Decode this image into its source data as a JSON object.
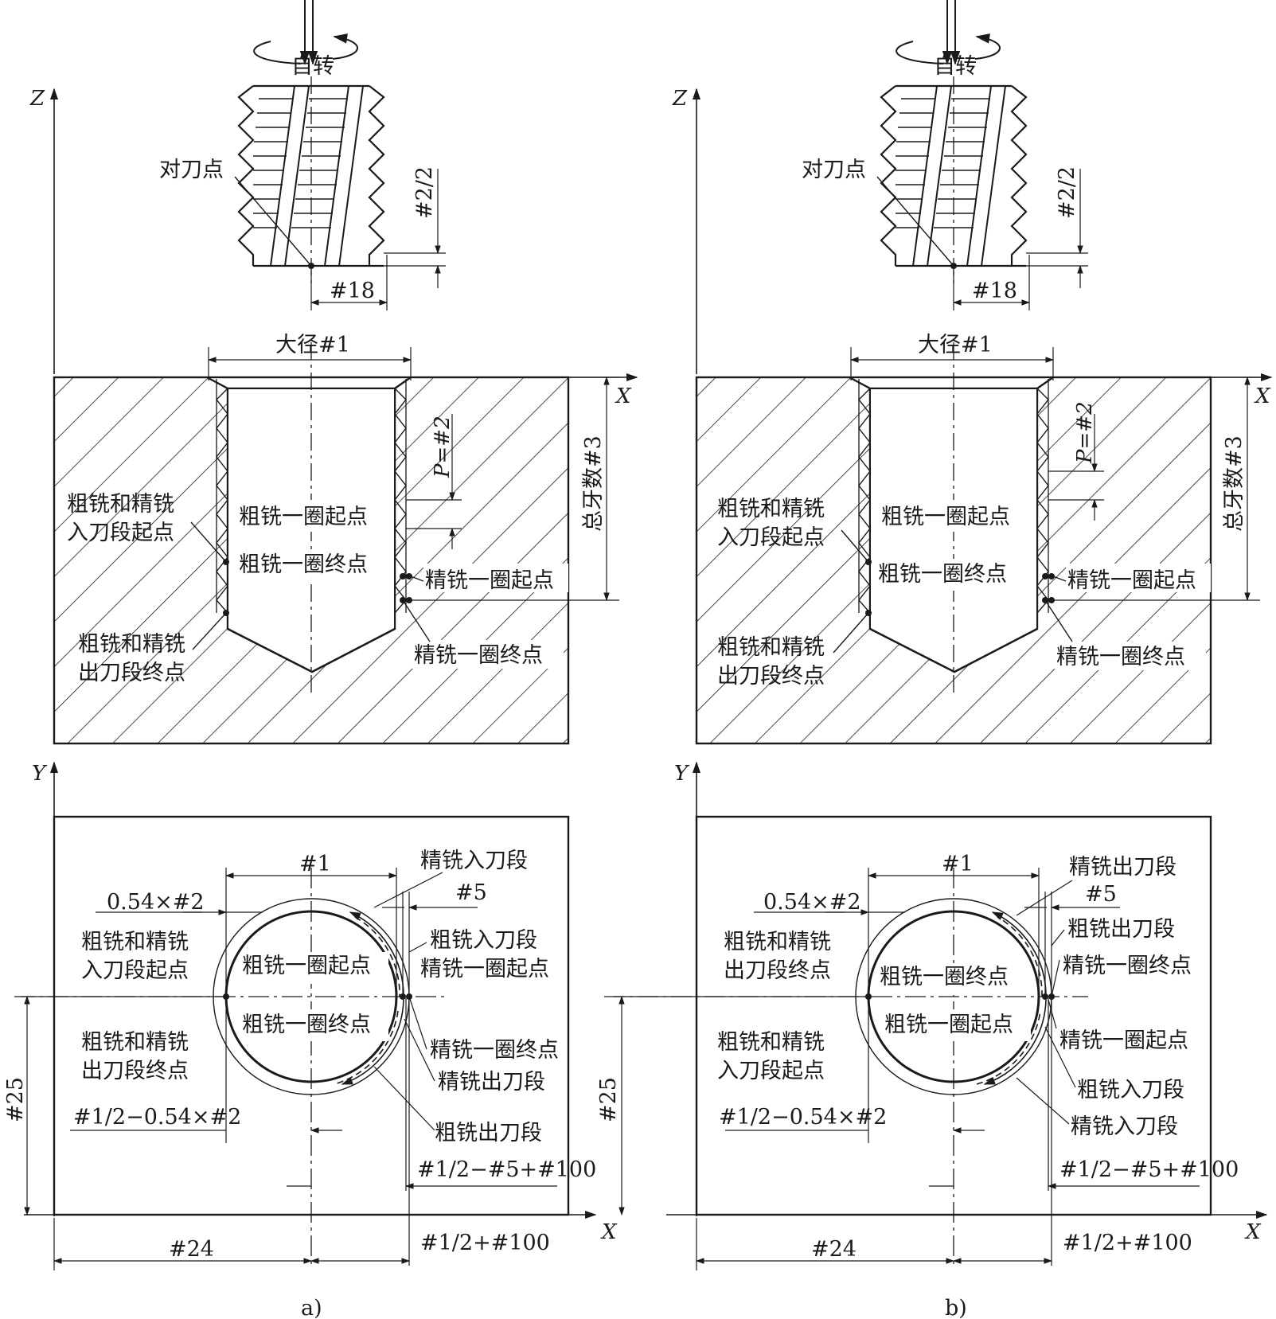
{
  "labels": {
    "rotation": "自转",
    "tool_set_point": "对刀点",
    "half_pitch": "#2/2",
    "var18": "#18",
    "major_diameter": "大径#1",
    "pitch": "P=#2",
    "total_threads": "总牙数#3",
    "axis_x": "X",
    "axis_y": "Y",
    "axis_z": "Z",
    "var1": "#1",
    "var5": "#5",
    "var24": "#24",
    "var25": "#25",
    "dim_054": "0.54×#2",
    "dim_half_minus": "#1/2−0.54×#2",
    "dim_half_minus5": "#1/2−#5+#100",
    "dim_half_plus": "#1/2+#100"
  },
  "panel_a": {
    "caption": "a)",
    "section": {
      "rough_finish_entry_start": [
        "粗铣和精铣",
        "入刀段起点"
      ],
      "rough_finish_exit_end": [
        "粗铣和精铣",
        "出刀段终点"
      ],
      "rough_loop_start": "粗铣一圈起点",
      "rough_loop_end": "粗铣一圈终点",
      "finish_loop_start": "精铣一圈起点",
      "finish_loop_end": "精铣一圈终点"
    },
    "plan": {
      "left_top": [
        "粗铣和精铣",
        "入刀段起点"
      ],
      "left_bottom": [
        "粗铣和精铣",
        "出刀段终点"
      ],
      "center_top": "粗铣一圈起点",
      "center_bottom": "粗铣一圈终点",
      "right": [
        "精铣入刀段",
        "粗铣入刀段",
        "精铣一圈起点",
        "精铣一圈终点",
        "精铣出刀段",
        "粗铣出刀段"
      ]
    }
  },
  "panel_b": {
    "caption": "b)",
    "section": {
      "rough_finish_entry_start": [
        "粗铣和精铣",
        "入刀段起点"
      ],
      "rough_finish_exit_end": [
        "粗铣和精铣",
        "出刀段终点"
      ],
      "rough_loop_start": "粗铣一圈起点",
      "rough_loop_end": "粗铣一圈终点",
      "finish_loop_start": "精铣一圈起点",
      "finish_loop_end": "精铣一圈终点"
    },
    "plan": {
      "left_top": [
        "粗铣和精铣",
        "出刀段终点"
      ],
      "left_bottom": [
        "粗铣和精铣",
        "入刀段起点"
      ],
      "center_top": "粗铣一圈终点",
      "center_bottom": "粗铣一圈起点",
      "right": [
        "精铣出刀段",
        "粗铣出刀段",
        "精铣一圈终点",
        "精铣一圈起点",
        "粗铣入刀段",
        "精铣入刀段"
      ]
    }
  }
}
